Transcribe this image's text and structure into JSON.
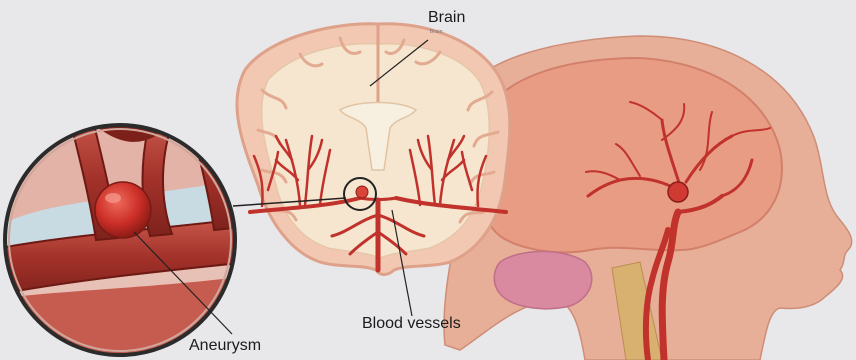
{
  "labels": {
    "brain": "Brain",
    "brain_small": "Brain",
    "blood_vessels": "Blood vessels",
    "aneurysm": "Aneurysm"
  },
  "colors": {
    "background": "#e8e7ea",
    "cortex": "#f2c8b2",
    "white_matter": "#f6e6cf",
    "artery": "#c0322b",
    "aneurysm": "#d8433a",
    "head_skin": "#e4a690",
    "brain_side": "#e99c84",
    "cerebellum": "#d98aa0",
    "spine": "#d8b070"
  }
}
